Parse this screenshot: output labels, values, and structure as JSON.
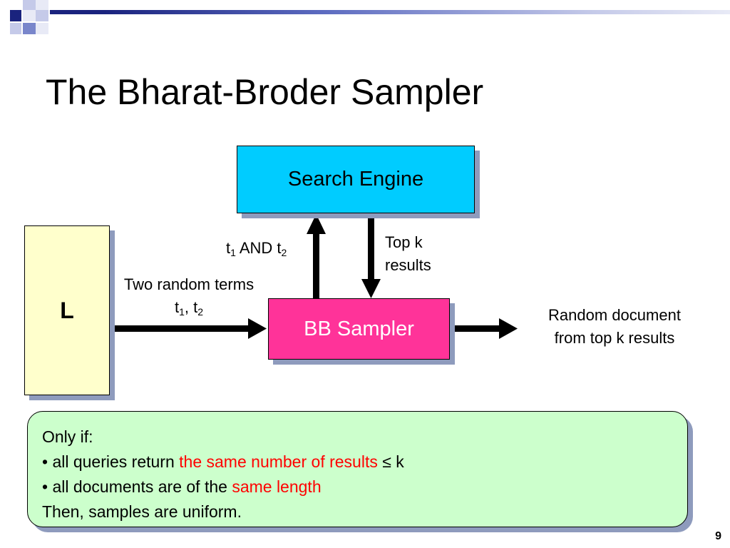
{
  "slide": {
    "title": "The Bharat-Broder Sampler",
    "page_number": "9"
  },
  "diagram": {
    "search_engine_label": "Search Engine",
    "bb_sampler_label": "BB Sampler",
    "l_label": "L",
    "query_label": {
      "t": "t",
      "sub1": "1",
      "and": " AND t",
      "sub2": "2"
    },
    "topk_label": [
      "Top k",
      "results"
    ],
    "random_terms_label": {
      "line1": "Two random terms",
      "t": "t",
      "sub1": "1",
      "sep": ", t",
      "sub2": "2"
    },
    "output_label": [
      "Random document",
      "from top k results"
    ]
  },
  "note": {
    "line1": "Only if:",
    "line2": {
      "prefix": "• all queries return ",
      "highlight": "the same number of results",
      "suffix": " ≤ k"
    },
    "line3": {
      "prefix": "• all documents are of the ",
      "highlight": "same length"
    },
    "line4": "Then, samples are uniform."
  },
  "colors": {
    "search_engine_fill": "#00ccff",
    "bb_sampler_fill": "#ff3399",
    "l_fill": "#ffffcc",
    "note_fill": "#ccffcc",
    "highlight_text": "#ff0000",
    "shadow": "#8e9bbd"
  }
}
